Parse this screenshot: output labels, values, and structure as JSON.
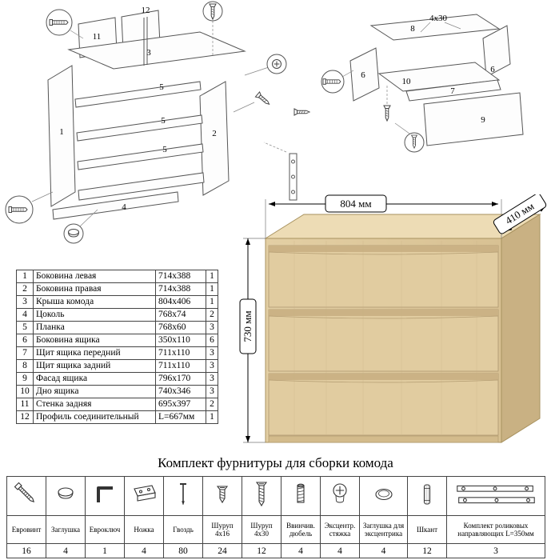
{
  "title": {
    "hardware_section": "Комплект фурнитуры для сборки комода"
  },
  "dimensions": {
    "width": "804 мм",
    "depth": "410 мм",
    "height": "730 мм"
  },
  "diagram_labels": {
    "frame": {
      "p1": "1",
      "p2": "2",
      "p3": "3",
      "p4": "4",
      "p5": "5",
      "p11": "11",
      "p12": "12"
    },
    "drawer": {
      "p6": "6",
      "p7": "7",
      "p8": "8",
      "p9": "9",
      "p10": "10",
      "screw_size": "4x30"
    }
  },
  "parts_table": {
    "rows": [
      {
        "num": "1",
        "name": "Боковина левая",
        "size": "714x388",
        "qty": "1"
      },
      {
        "num": "2",
        "name": "Боковина правая",
        "size": "714x388",
        "qty": "1"
      },
      {
        "num": "3",
        "name": "Крыша комода",
        "size": "804x406",
        "qty": "1"
      },
      {
        "num": "4",
        "name": "Цоколь",
        "size": "768x74",
        "qty": "2"
      },
      {
        "num": "5",
        "name": "Планка",
        "size": "768x60",
        "qty": "3"
      },
      {
        "num": "6",
        "name": "Боковина ящика",
        "size": "350x110",
        "qty": "6"
      },
      {
        "num": "7",
        "name": "Щит ящика передний",
        "size": "711x110",
        "qty": "3"
      },
      {
        "num": "8",
        "name": "Щит ящика задний",
        "size": "711x110",
        "qty": "3"
      },
      {
        "num": "9",
        "name": "Фасад ящика",
        "size": "796x170",
        "qty": "3"
      },
      {
        "num": "10",
        "name": "Дно ящика",
        "size": "740x346",
        "qty": "3"
      },
      {
        "num": "11",
        "name": "Стенка задняя",
        "size": "695x397",
        "qty": "2"
      },
      {
        "num": "12",
        "name": "Профиль соединительный",
        "size": "L=667мм",
        "qty": "1"
      }
    ]
  },
  "hardware_table": {
    "items": [
      {
        "icon": "euro-screw-icon",
        "name": "Евровинт",
        "qty": "16"
      },
      {
        "icon": "cap-icon",
        "name": "Заглушка",
        "qty": "4"
      },
      {
        "icon": "hex-key-icon",
        "name": "Евроключ",
        "qty": "1"
      },
      {
        "icon": "foot-icon",
        "name": "Ножка",
        "qty": "4"
      },
      {
        "icon": "nail-icon",
        "name": "Гвоздь",
        "qty": "80"
      },
      {
        "icon": "screw-4x16-icon",
        "name": "Шуруп 4x16",
        "qty": "24"
      },
      {
        "icon": "screw-4x30-icon",
        "name": "Шуруп 4x30",
        "qty": "12"
      },
      {
        "icon": "screw-dowel-icon",
        "name": "Ввинчив. дюбель",
        "qty": "4"
      },
      {
        "icon": "cam-lock-icon",
        "name": "Эксцентр. стяжка",
        "qty": "4"
      },
      {
        "icon": "cam-cover-icon",
        "name": "Заглушка для эксцентрика",
        "qty": "4"
      },
      {
        "icon": "dowel-icon",
        "name": "Шкант",
        "qty": "12"
      },
      {
        "icon": "drawer-slides-icon",
        "name": "Комплект роликовых направляющих L=350мм",
        "qty": "3"
      }
    ]
  }
}
